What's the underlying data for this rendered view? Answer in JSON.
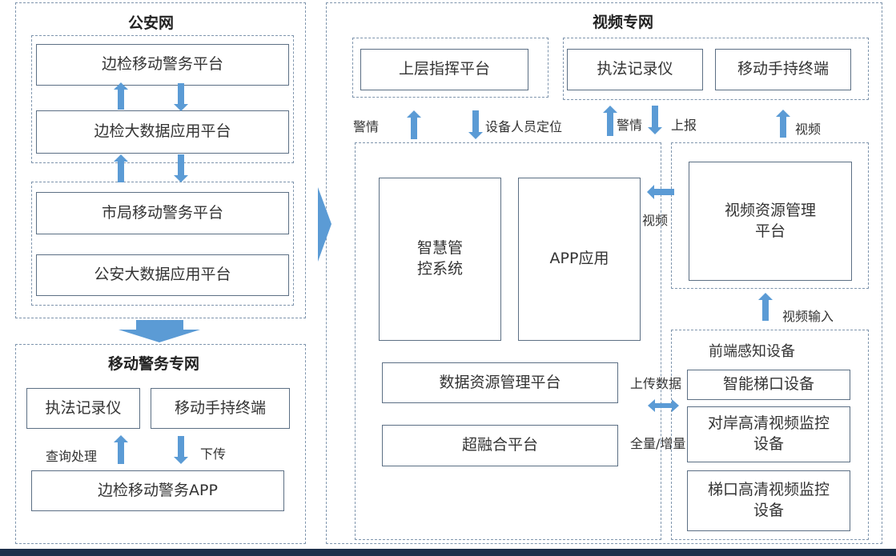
{
  "colors": {
    "arrow": "#5b9bd5",
    "dashed_border": "#7f95ad",
    "box_border": "#5c6f84",
    "background": "#ffffff"
  },
  "public_security_net": {
    "title": "公安网",
    "border_platform": "边检移动警务平台",
    "border_bigdata": "边检大数据应用平台",
    "city_platform": "市局移动警务平台",
    "police_bigdata": "公安大数据应用平台"
  },
  "mobile_police_net": {
    "title": "移动警务专网",
    "recorder": "执法记录仪",
    "handheld": "移动手持终端",
    "query_label": "查询处理",
    "downlink_label": "下传",
    "app": "边检移动警务APP"
  },
  "video_net": {
    "title": "视频专网",
    "command_platform": "上层指挥平台",
    "recorder": "执法记录仪",
    "handheld": "移动手持终端",
    "alert_label_1": "警情",
    "locate_label": "设备人员定位",
    "alert_label_2": "警情",
    "report_label": "上报",
    "video_label_top": "视频",
    "smart_control": "智慧管\n控系统",
    "app": "APP应用",
    "video_label_side": "视频",
    "video_resource": "视频资源管理\n平台",
    "video_input_label": "视频输入",
    "data_resource": "数据资源管理平台",
    "hyper_fusion": "超融合平台",
    "upload_label": "上传数据",
    "full_incremental_label": "全量/增量",
    "frontend_title": "前端感知设备",
    "smart_ladder": "智能梯口设备",
    "shore_camera": "对岸高清视频监控\n设备",
    "ladder_camera": "梯口高清视频监控\n设备"
  }
}
